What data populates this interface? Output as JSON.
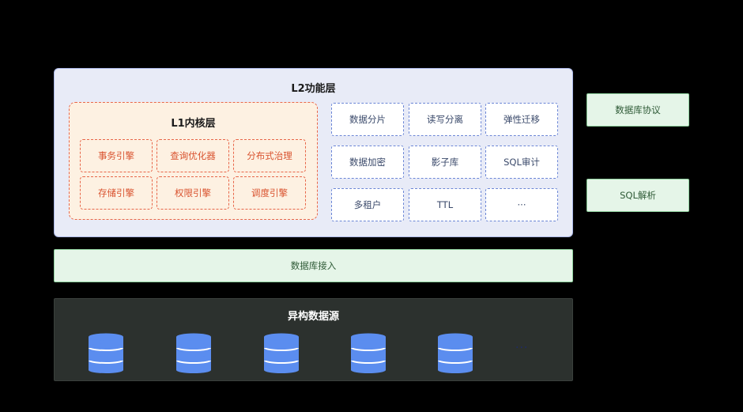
{
  "l2": {
    "title": "L2功能层",
    "features": [
      "数据分片",
      "读写分离",
      "弹性迁移",
      "数据加密",
      "影子库",
      "SQL审计",
      "多租户",
      "TTL",
      "···"
    ]
  },
  "l1": {
    "title": "L1内核层",
    "engines": [
      "事务引擎",
      "查询优化器",
      "分布式治理",
      "存储引擎",
      "权限引擎",
      "调度引擎"
    ]
  },
  "side": {
    "protocol": "数据库协议",
    "sql_parse": "SQL解析"
  },
  "access": {
    "label": "数据库接入"
  },
  "hetero": {
    "title": "异构数据源",
    "db_count": 5,
    "more": "···"
  },
  "colors": {
    "l2_bg": "#e8ebf7",
    "l1_bg": "#fdf1e2",
    "l1_accent": "#e8674a",
    "feature_border": "#6b86d6",
    "green_bg": "#e5f5e8",
    "green_border": "#8fd19e",
    "db_blue": "#5b8def",
    "hetero_bg": "#2c312e"
  }
}
